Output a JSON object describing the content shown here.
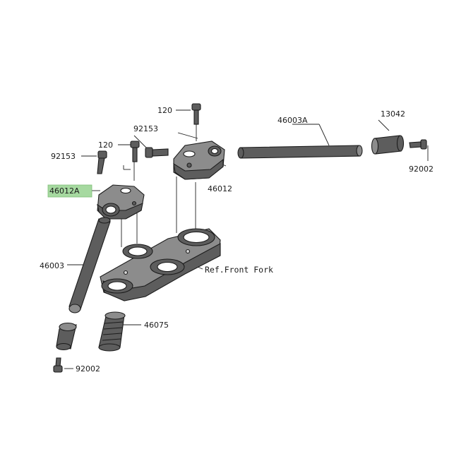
{
  "diagram": {
    "highlight_color": "#a6d9a0",
    "labels": {
      "bolt_top": "120",
      "bolt_left": "120",
      "screw_top": "92153",
      "screw_left": "92153",
      "holder_left": "46012A",
      "holder_right": "46012",
      "handlebar_right": "46003A",
      "handlebar_left": "46003",
      "weight_right": "13042",
      "screw_right": "92002",
      "screw_bottom": "92002",
      "grip": "46075",
      "ref_fork": "Ref.Front Fork"
    }
  }
}
